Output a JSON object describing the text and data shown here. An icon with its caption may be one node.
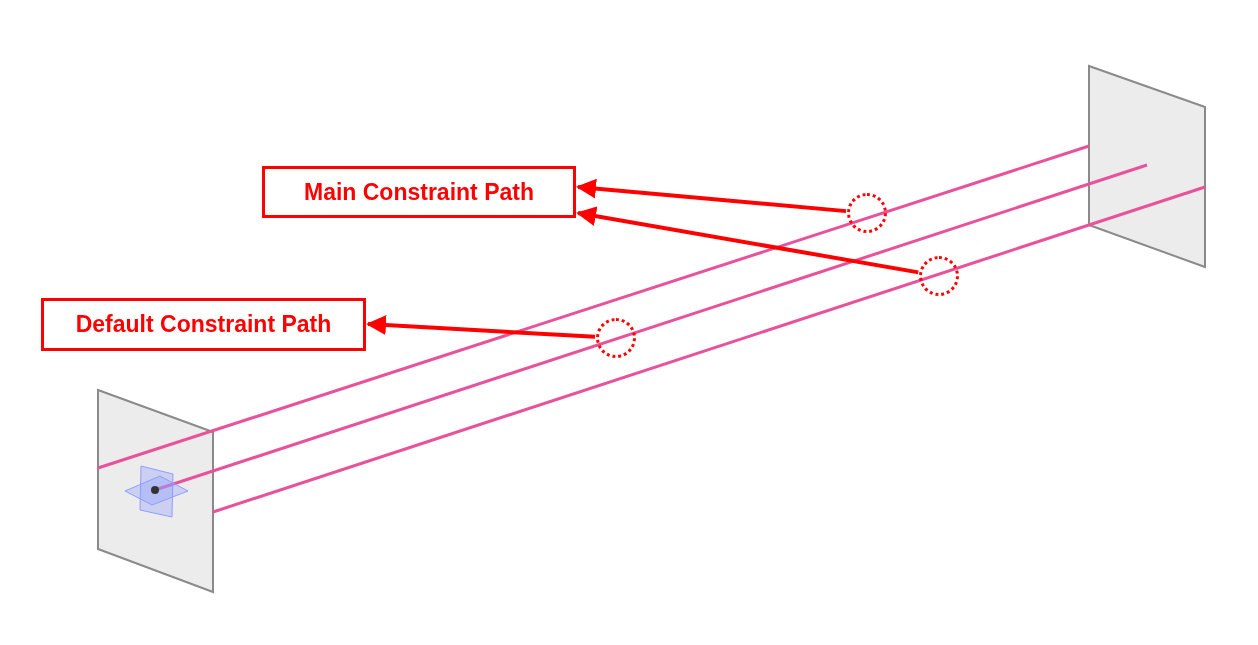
{
  "diagram": {
    "nodes": [
      {
        "text": [
          "Main Constraint Path"
        ]
      },
      {
        "text": [
          "Default Constraint Path"
        ]
      },
      {
        "text": [],
        "shape": "circle"
      },
      {
        "text": [],
        "shape": "circle"
      },
      {
        "text": [],
        "shape": "circle"
      }
    ],
    "edges": [
      {
        "from": 3,
        "to": 0,
        "arrow": "to"
      },
      {
        "from": 4,
        "to": 0,
        "arrow": "to"
      },
      {
        "from": 2,
        "to": 1,
        "arrow": "to"
      }
    ]
  }
}
